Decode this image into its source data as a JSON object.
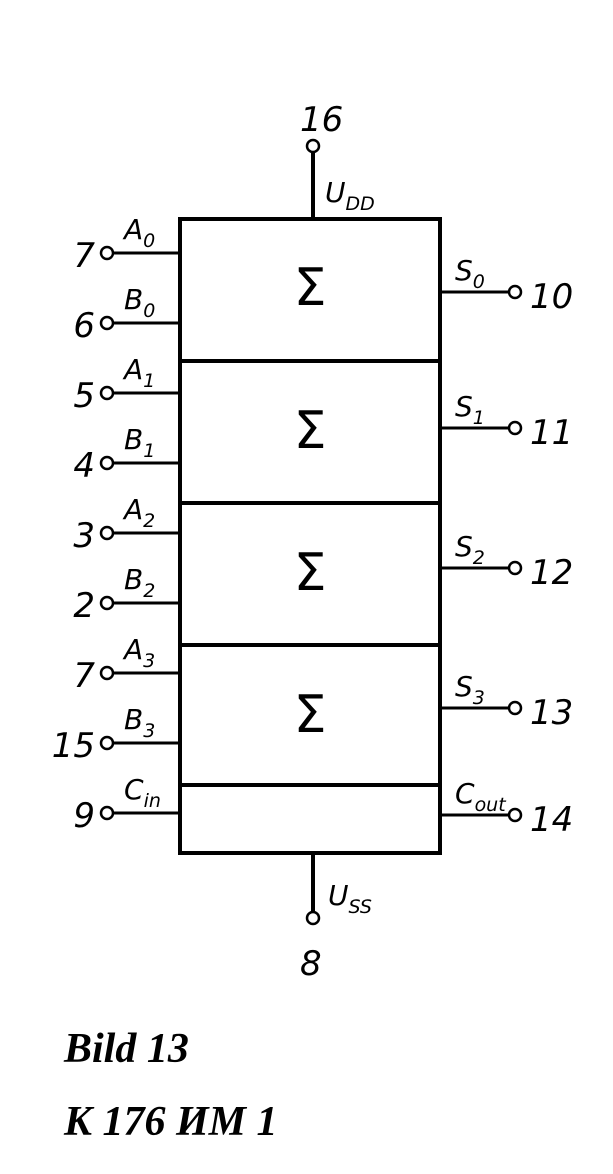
{
  "diagram": {
    "chip": "K 176 ИМ 1",
    "block_symbol": "Σ",
    "power": {
      "top": {
        "pin": "16",
        "label": "U",
        "sub": "DD"
      },
      "bottom": {
        "pin": "8",
        "label": "U",
        "sub": "SS"
      }
    },
    "inputs": [
      {
        "pin": "7",
        "label": "A",
        "sub": "0"
      },
      {
        "pin": "6",
        "label": "B",
        "sub": "0"
      },
      {
        "pin": "5",
        "label": "A",
        "sub": "1"
      },
      {
        "pin": "4",
        "label": "B",
        "sub": "1"
      },
      {
        "pin": "3",
        "label": "A",
        "sub": "2"
      },
      {
        "pin": "2",
        "label": "B",
        "sub": "2"
      },
      {
        "pin": "7",
        "label": "A",
        "sub": "3"
      },
      {
        "pin": "15",
        "label": "B",
        "sub": "3"
      },
      {
        "pin": "9",
        "label": "C",
        "sub": "in"
      }
    ],
    "outputs": [
      {
        "pin": "10",
        "label": "S",
        "sub": "0"
      },
      {
        "pin": "11",
        "label": "S",
        "sub": "1"
      },
      {
        "pin": "12",
        "label": "S",
        "sub": "2"
      },
      {
        "pin": "13",
        "label": "S",
        "sub": "3"
      },
      {
        "pin": "14",
        "label": "C",
        "sub": "out"
      }
    ]
  },
  "caption": {
    "line1": "Bild 13",
    "line2": "K 176 ИМ 1"
  }
}
